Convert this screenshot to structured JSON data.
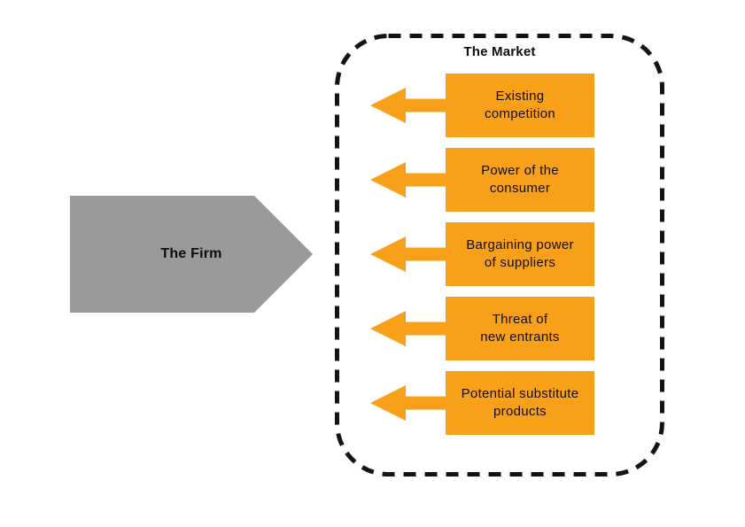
{
  "diagram": {
    "firm": {
      "label": "The Firm"
    },
    "market": {
      "title": "The Market",
      "forces": [
        {
          "label": "Existing\ncompetition"
        },
        {
          "label": "Power of the\nconsumer"
        },
        {
          "label": "Bargaining power\nof suppliers"
        },
        {
          "label": "Threat of\nnew entrants"
        },
        {
          "label": "Potential substitute\nproducts"
        }
      ]
    },
    "colors": {
      "orange": "#f9a01b",
      "gray": "#9a9a9a",
      "dash": "#141414"
    }
  }
}
